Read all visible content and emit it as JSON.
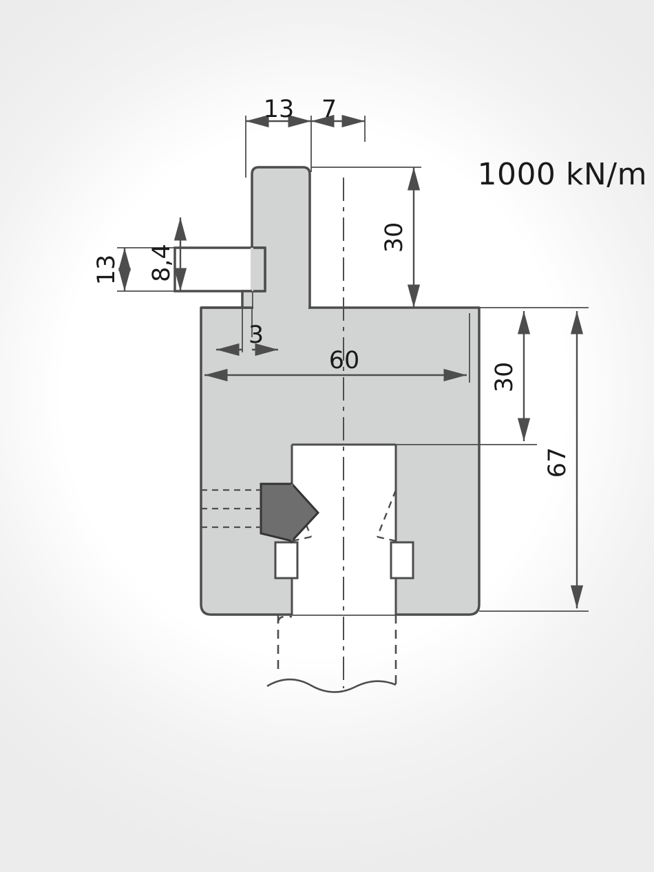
{
  "drawing": {
    "title": "press-brake-punch-cross-section",
    "load_rating": "1000 kN/m",
    "dimensions": {
      "top_left_width": "13",
      "top_right_width": "7",
      "side_tang_height": "13",
      "side_tang_inner": "8,4",
      "shoulder_offset": "3",
      "upper_height": "30",
      "body_width": "60",
      "body_height": "30",
      "total_height": "67"
    },
    "colors": {
      "body_fill": "#d2d3d3",
      "outline": "#4d4d4d",
      "dim_line": "#4d4d4d",
      "tip_fill": "#6e6e6e",
      "text": "#1a1a1a",
      "white_fill": "#ffffff"
    }
  }
}
